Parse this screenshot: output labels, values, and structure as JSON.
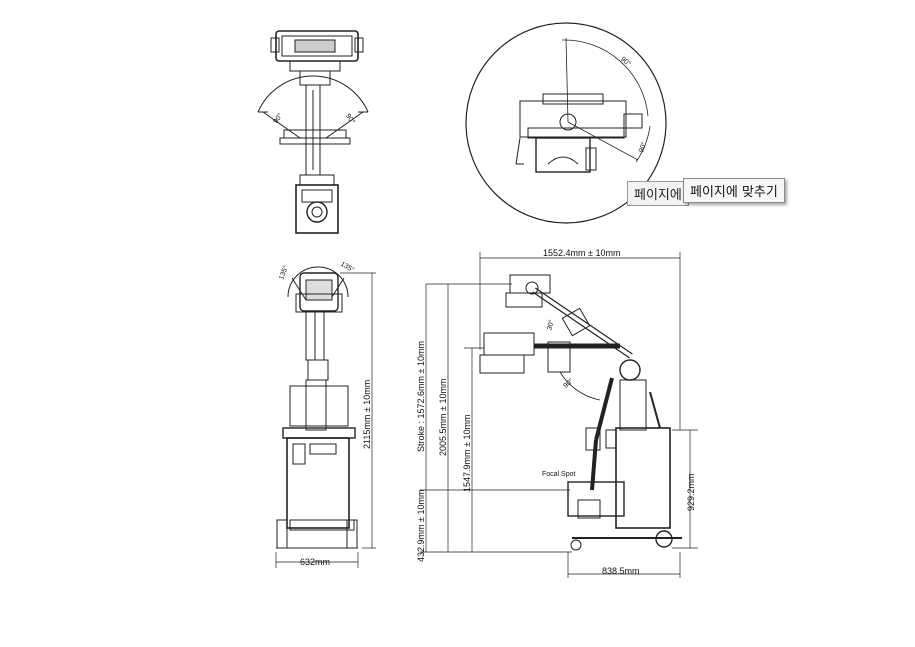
{
  "angles": {
    "top_left": "90°",
    "top_right": "90°",
    "front_left": "135°",
    "front_right": "135°",
    "circle_upper": "90°",
    "circle_lower": "90°",
    "arm_upper": "30°",
    "arm_lower": "90°"
  },
  "dimensions": {
    "front_width": "632mm",
    "front_height": "2115mm ± 10mm",
    "side_width": "1552.4mm ± 10mm",
    "stroke": "Stroke : 1572.6mm ± 10mm",
    "height_a": "2005.5mm ± 10mm",
    "height_b": "1547.9mm ± 10mm",
    "low_height": "432.9mm ± 10mm",
    "base_height": "929.2mm",
    "base_length": "838.5mm"
  },
  "labels": {
    "focal_spot": "Focal Spot"
  },
  "tooltips": {
    "back": "페이지에",
    "front": "페이지에 맞추기"
  }
}
